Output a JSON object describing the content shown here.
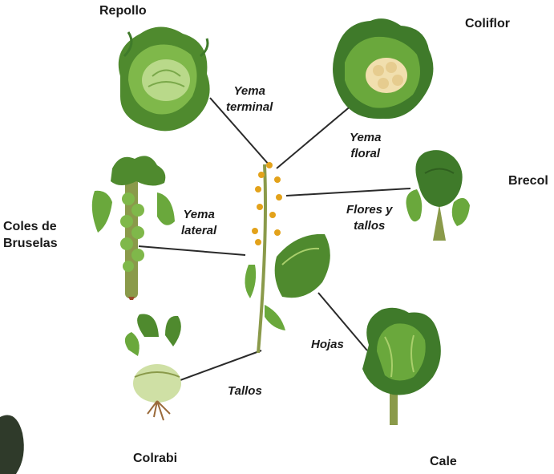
{
  "plants": {
    "repollo": "Repollo",
    "coliflor": "Coliflor",
    "brecol": "Brecol",
    "coles_de_bruselas": [
      "Coles de",
      "Bruselas"
    ],
    "colrabi": "Colrabi",
    "cale": "Cale"
  },
  "parts": {
    "yema_terminal": [
      "Yema",
      "terminal"
    ],
    "yema_floral": [
      "Yema",
      "floral"
    ],
    "flores_y_tallos": [
      "Flores y",
      "tallos"
    ],
    "yema_lateral": [
      "Yema",
      "lateral"
    ],
    "tallos": "Tallos",
    "hojas": "Hojas"
  },
  "colors": {
    "leaf_dark": "#3f7a2a",
    "leaf_mid": "#6aa83c",
    "leaf_light": "#a9cf6b",
    "stem": "#8a9a4a",
    "flower": "#e3a21a",
    "cauliflower": "#f1dfae",
    "root": "#9a6a3a",
    "line": "#2a2a2a"
  },
  "icons": [
    "cabbage-illustration",
    "cauliflower-illustration",
    "broccoli-illustration",
    "brussels-sprouts-illustration",
    "kohlrabi-illustration",
    "kale-illustration",
    "wild-cabbage-illustration"
  ]
}
